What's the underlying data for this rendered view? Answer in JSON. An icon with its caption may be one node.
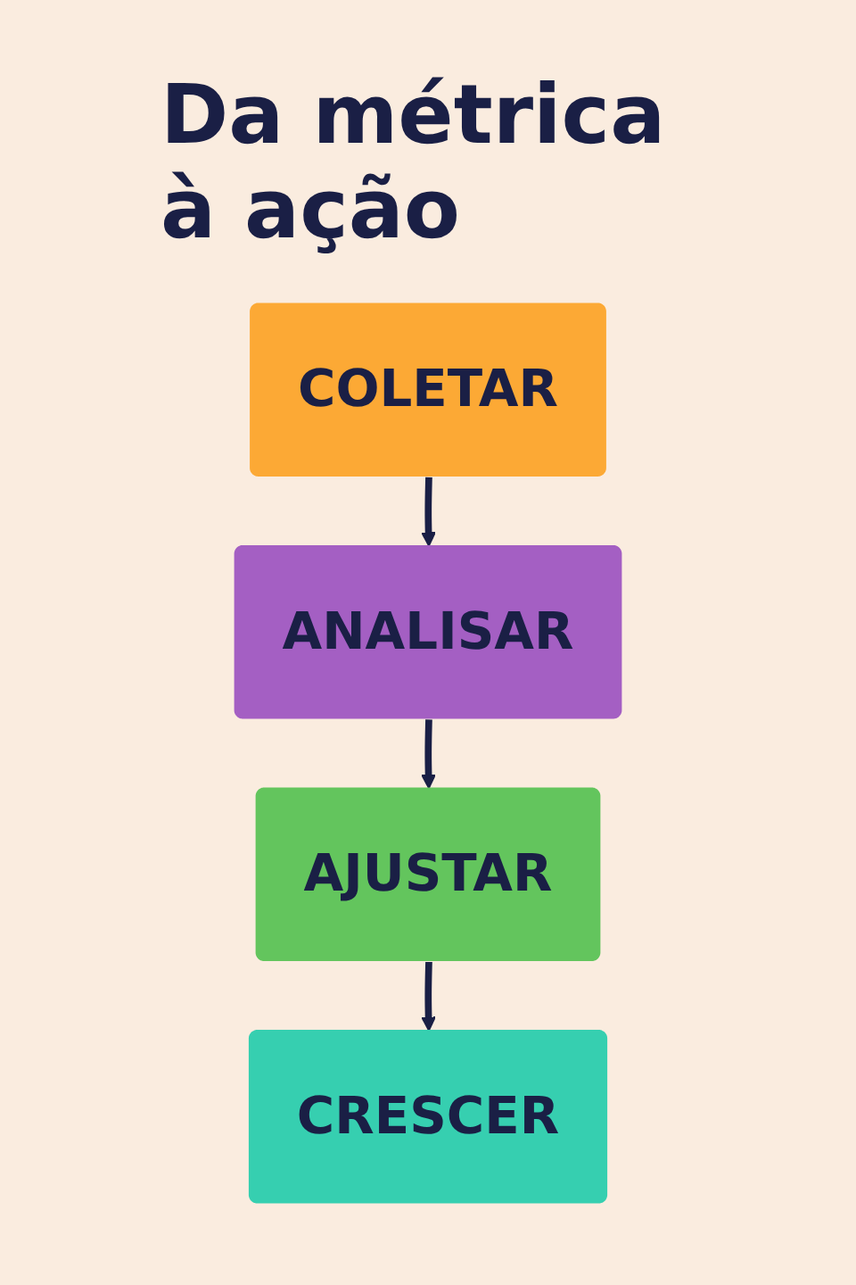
{
  "diagram": {
    "title": "Da métrica à ação",
    "nodes": [
      {
        "text": [
          "COLETAR"
        ]
      },
      {
        "text": [
          "ANALISAR"
        ]
      },
      {
        "text": [
          "AJUSTAR"
        ]
      },
      {
        "text": [
          "CRESCER"
        ]
      }
    ],
    "edges": [
      {
        "from": 0,
        "to": 1,
        "arrow": "to"
      },
      {
        "from": 1,
        "to": 2,
        "arrow": "to"
      },
      {
        "from": 2,
        "to": 3,
        "arrow": "to"
      }
    ]
  }
}
